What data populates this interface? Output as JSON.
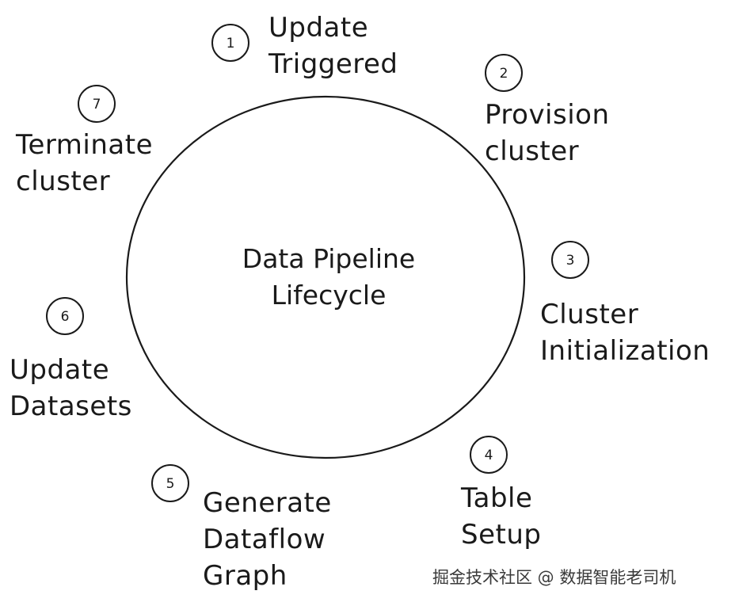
{
  "diagram": {
    "center_title": [
      "Data Pipeline",
      "Lifecycle"
    ],
    "steps": [
      {
        "number": "1",
        "label": [
          "Update",
          "Triggered"
        ]
      },
      {
        "number": "2",
        "label": [
          "Provision",
          "cluster"
        ]
      },
      {
        "number": "3",
        "label": [
          "Cluster",
          "Initialization"
        ]
      },
      {
        "number": "4",
        "label": [
          "Table",
          "Setup"
        ]
      },
      {
        "number": "5",
        "label": [
          "Generate",
          "Dataflow",
          "Graph"
        ]
      },
      {
        "number": "6",
        "label": [
          "Update",
          "Datasets"
        ]
      },
      {
        "number": "7",
        "label": [
          "Terminate",
          "cluster"
        ]
      }
    ],
    "stroke_color": "#1a1a1a",
    "background_color": "#ffffff"
  },
  "watermark": "掘金技术社区 @ 数据智能老司机"
}
